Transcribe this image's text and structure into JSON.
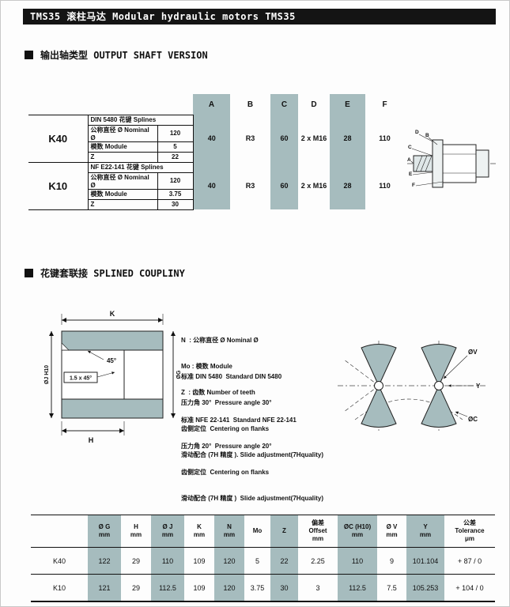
{
  "titlebar": {
    "text": "TMS35 滚柱马达   Modular hydraulic motors TMS35"
  },
  "section1": {
    "title": "输出轴类型  OUTPUT SHAFT VERSION"
  },
  "section2": {
    "title": "花键套联接  SPLINED COUPLINY"
  },
  "colors": {
    "accent": "#a6bcbe",
    "bar": "#141414"
  },
  "shaft_table": {
    "col_headers": [
      "A",
      "B",
      "C",
      "D",
      "E",
      "F"
    ],
    "groups": [
      {
        "name": "K40",
        "specs": [
          {
            "label": "DIN 5480 花键  Splines",
            "value": ""
          },
          {
            "label": "公称直径 Ø Nominal Ø",
            "value": "120"
          },
          {
            "label": "模数   Module",
            "value": "5"
          },
          {
            "label": "Z",
            "value": "22"
          }
        ],
        "values": [
          "40",
          "R3",
          "60",
          "2 x M16",
          "28",
          "110"
        ]
      },
      {
        "name": "K10",
        "specs": [
          {
            "label": "NF E22-141 花键 Splines",
            "value": ""
          },
          {
            "label": "公称直径 Ø Nominal Ø",
            "value": "120"
          },
          {
            "label": "模数   Module",
            "value": "3.75"
          },
          {
            "label": "Z",
            "value": "30"
          }
        ],
        "values": [
          "40",
          "R3",
          "60",
          "2 x M16",
          "28",
          "110"
        ]
      }
    ]
  },
  "shaft_drawing": {
    "labels": [
      "D",
      "B",
      "C",
      "A",
      "E",
      "F"
    ]
  },
  "legend": {
    "lines": [
      "N  : 公称直径 Ø Nominal Ø",
      "Mo : 模数 Module",
      "Z  : 齿数 Number of teeth"
    ]
  },
  "din": {
    "lines": [
      "标准 DIN 5480  Standard DIN 5480",
      "压力角 30°  Pressure angle 30°",
      "齿侧定位  Centering on flanks",
      "滑动配合 (7H 精度 ). Slide adjustment(7Hquality)"
    ]
  },
  "nfe": {
    "lines": [
      "标准 NFE 22-141  Standard NFE 22-141",
      "压力角 20°  Pressure angle 20°",
      "齿侧定位  Centering on flanks",
      "滑动配合 (7H 精度 )  Slide adjustment(7Hquality)"
    ]
  },
  "coupling_drawing": {
    "k": "K",
    "h": "H",
    "angle": "45°",
    "chamfer": "1.5 x 45°",
    "oj": "ØJ H10",
    "og": "ØG"
  },
  "spline_drawing": {
    "ov": "ØV",
    "y": "Y",
    "oc": "ØC"
  },
  "dim_table": {
    "headers": [
      {
        "l1": "",
        "l2": ""
      },
      {
        "l1": "Ø G",
        "l2": "mm"
      },
      {
        "l1": "H",
        "l2": "mm"
      },
      {
        "l1": "Ø J",
        "l2": "mm"
      },
      {
        "l1": "K",
        "l2": "mm"
      },
      {
        "l1": "N",
        "l2": "mm"
      },
      {
        "l1": "Mo",
        "l2": ""
      },
      {
        "l1": "Z",
        "l2": ""
      },
      {
        "l1": "偏差",
        "l2": "Offset",
        "l3": "mm"
      },
      {
        "l1": "ØC (H10)",
        "l2": "mm"
      },
      {
        "l1": "Ø V",
        "l2": "mm"
      },
      {
        "l1": "Y",
        "l2": "mm"
      },
      {
        "l1": "公差",
        "l2": "Tolerance",
        "l3": "μm"
      }
    ],
    "rows": [
      {
        "name": "K40",
        "values": [
          "122",
          "29",
          "110",
          "109",
          "120",
          "5",
          "22",
          "2.25",
          "110",
          "9",
          "101.104",
          "+ 87 / 0"
        ]
      },
      {
        "name": "K10",
        "values": [
          "121",
          "29",
          "112.5",
          "109",
          "120",
          "3.75",
          "30",
          "3",
          "112.5",
          "7.5",
          "105.253",
          "+ 104 / 0"
        ]
      }
    ]
  }
}
